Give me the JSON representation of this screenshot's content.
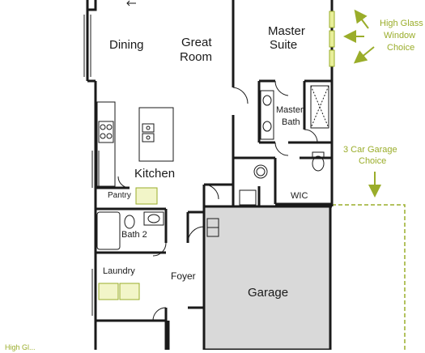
{
  "rooms": {
    "dining": "Dining",
    "great_room_1": "Great",
    "great_room_2": "Room",
    "master_suite_1": "Master",
    "master_suite_2": "Suite",
    "master_bath_1": "Master",
    "master_bath_2": "Bath",
    "kitchen": "Kitchen",
    "pantry": "Pantry",
    "bath2": "Bath 2",
    "laundry": "Laundry",
    "foyer": "Foyer",
    "wic": "WIC",
    "garage": "Garage"
  },
  "callouts": {
    "high_glass_1": "High Glass",
    "high_glass_2": "Window",
    "high_glass_3": "Choice",
    "car_garage_1": "3 Car Garage",
    "car_garage_2": "Choice",
    "bottom_partial": "High Gl..."
  },
  "colors": {
    "wall": "#1a1a1a",
    "garage_fill": "#d9d9d9",
    "option": "#9aad2a"
  }
}
